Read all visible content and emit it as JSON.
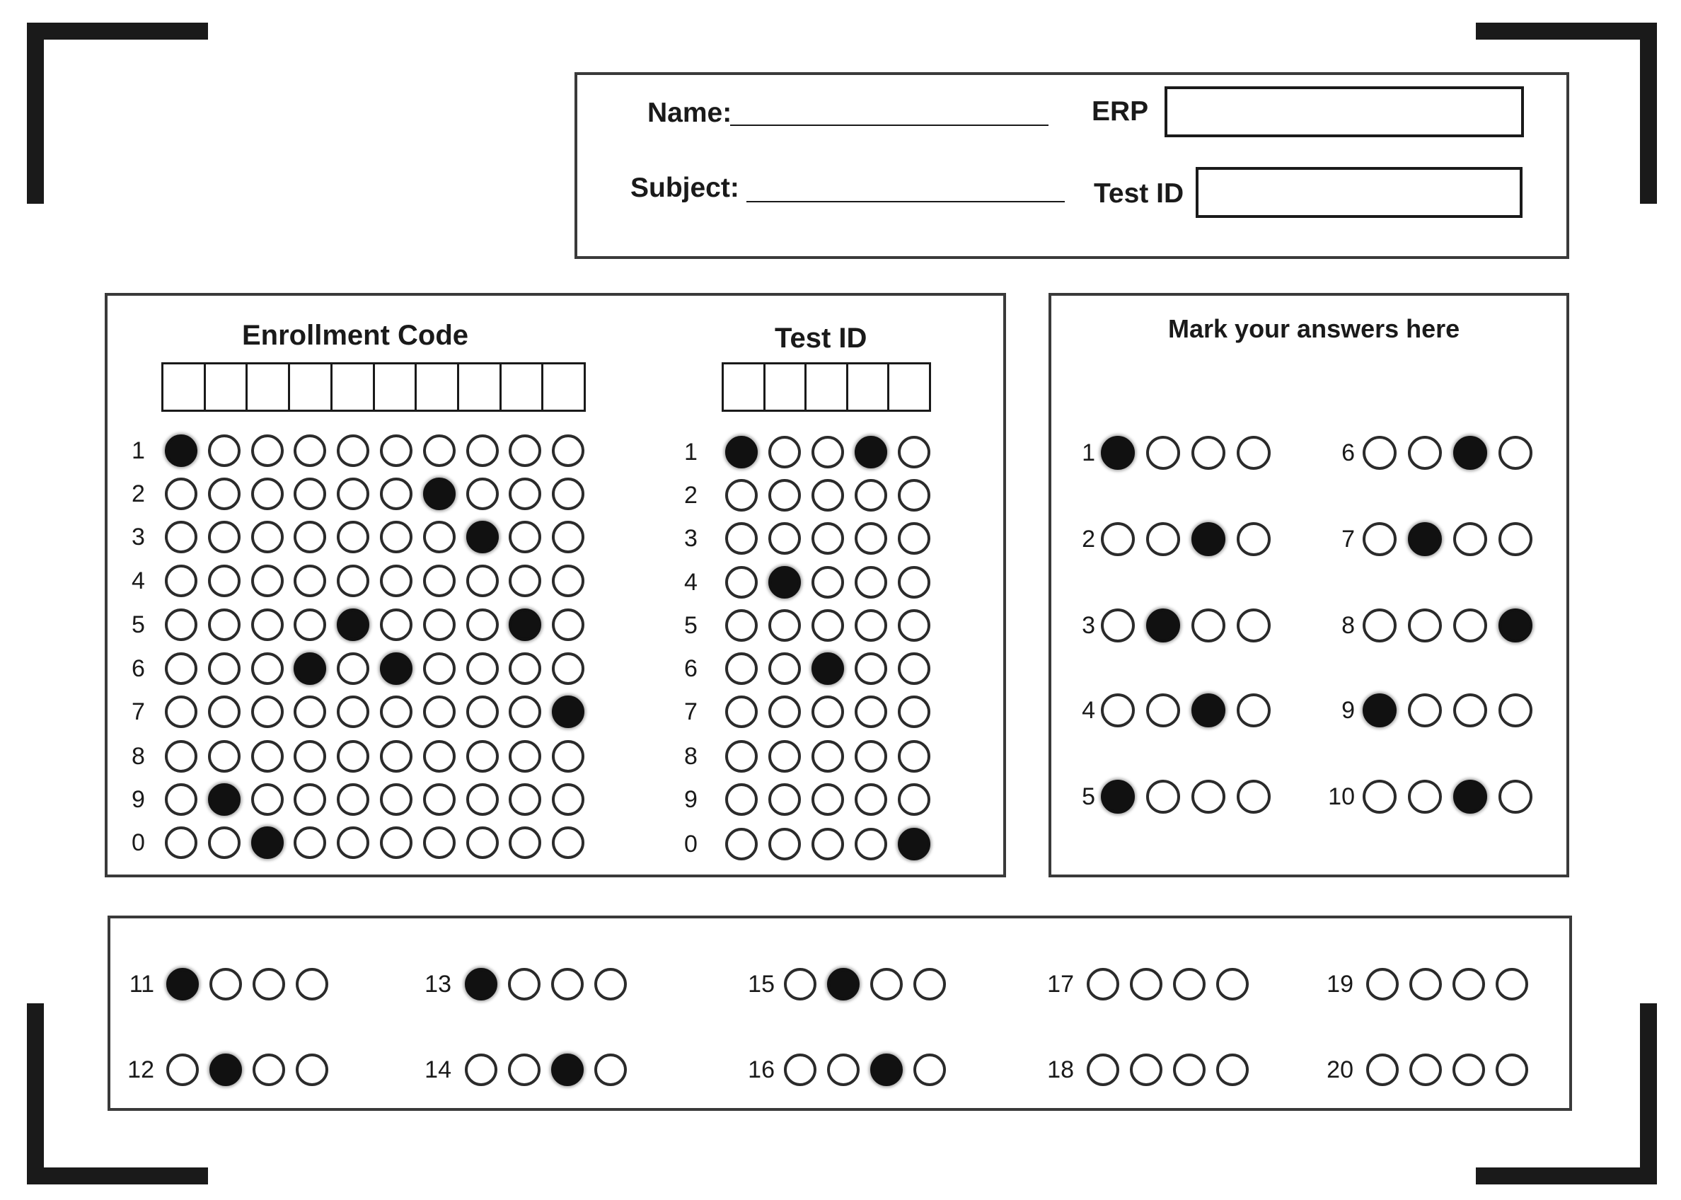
{
  "header": {
    "name_label": "Name:",
    "subject_label": "Subject:",
    "erp_label": "ERP",
    "test_id_label": "Test ID"
  },
  "enrollment": {
    "title": "Enrollment Code",
    "row_labels": [
      "1",
      "2",
      "3",
      "4",
      "5",
      "6",
      "7",
      "8",
      "9",
      "0"
    ],
    "marked": [
      [
        0,
        0
      ],
      [
        6,
        1
      ],
      [
        7,
        2
      ],
      [
        4,
        4
      ],
      [
        8,
        4
      ],
      [
        3,
        5
      ],
      [
        5,
        5
      ],
      [
        9,
        6
      ],
      [
        1,
        8
      ],
      [
        2,
        9
      ]
    ]
  },
  "test_id": {
    "title": "Test ID",
    "row_labels": [
      "1",
      "2",
      "3",
      "4",
      "5",
      "6",
      "7",
      "8",
      "9",
      "0"
    ],
    "marked": [
      [
        0,
        0
      ],
      [
        3,
        0
      ],
      [
        1,
        3
      ],
      [
        2,
        5
      ],
      [
        4,
        9
      ]
    ]
  },
  "answers": {
    "title": "Mark your answers here",
    "questions": [
      {
        "num": "1",
        "marked": 0
      },
      {
        "num": "2",
        "marked": 2
      },
      {
        "num": "3",
        "marked": 1
      },
      {
        "num": "4",
        "marked": 2
      },
      {
        "num": "5",
        "marked": 0
      },
      {
        "num": "6",
        "marked": 2
      },
      {
        "num": "7",
        "marked": 1
      },
      {
        "num": "8",
        "marked": 3
      },
      {
        "num": "9",
        "marked": 0
      },
      {
        "num": "10",
        "marked": 2
      }
    ]
  },
  "bottom_answers": {
    "questions": [
      {
        "num": "11",
        "marked": 0
      },
      {
        "num": "12",
        "marked": 1
      },
      {
        "num": "13",
        "marked": 0
      },
      {
        "num": "14",
        "marked": 2
      },
      {
        "num": "15",
        "marked": 1
      },
      {
        "num": "16",
        "marked": 2
      },
      {
        "num": "17",
        "marked": null
      },
      {
        "num": "18",
        "marked": null
      },
      {
        "num": "19",
        "marked": null
      },
      {
        "num": "20",
        "marked": null
      }
    ]
  }
}
